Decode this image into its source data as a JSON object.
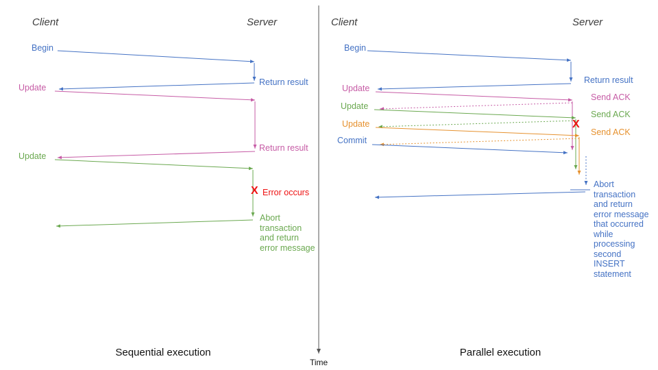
{
  "colors": {
    "blue": "#4472c4",
    "pink": "#c65ba5",
    "green": "#6aa84f",
    "orange": "#e6912e",
    "red": "#ee1111",
    "axis": "#555555",
    "header": "#3d3d3d",
    "caption": "#111111"
  },
  "icons": {
    "error_x": "X"
  },
  "axis": {
    "time_label": "Time"
  },
  "left": {
    "title": "Sequential execution",
    "client_header": "Client",
    "server_header": "Server",
    "messages": {
      "begin": "Begin",
      "return_result_1": "Return result",
      "update_1": "Update",
      "return_result_2": "Return result",
      "update_2": "Update",
      "error_label": "Error occurs",
      "abort_lines": [
        "Abort",
        "transaction",
        "and return",
        "error message"
      ]
    }
  },
  "right": {
    "title": "Parallel execution",
    "client_header": "Client",
    "server_header": "Server",
    "messages": {
      "begin": "Begin",
      "return_result": "Return result",
      "update_1": "Update",
      "send_ack_1": "Send ACK",
      "update_2": "Update",
      "send_ack_2": "Send ACK",
      "update_3": "Update",
      "send_ack_3": "Send ACK",
      "commit": "Commit",
      "abort_lines": [
        "Abort",
        "transaction",
        "and return",
        "error message",
        "that occurred",
        "while",
        "processing",
        "second",
        "INSERT",
        "statement"
      ]
    }
  }
}
